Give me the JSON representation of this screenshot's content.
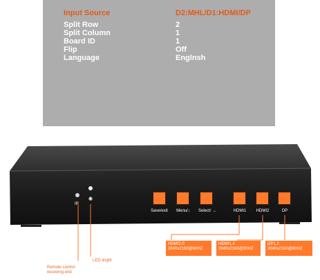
{
  "osd": {
    "rows": [
      {
        "label": "Input Source",
        "value": "D2:MHL/D1:HDMI/DP",
        "active": true
      },
      {
        "label": "Split Row",
        "value": "2"
      },
      {
        "label": "Split Column",
        "value": "1"
      },
      {
        "label": "Board ID",
        "value": "1"
      },
      {
        "label": "Flip",
        "value": "Off"
      },
      {
        "label": "Language",
        "value": "Englnsh"
      }
    ]
  },
  "panel": {
    "ir_label": "IR",
    "buttons": {
      "save": "Save/exit",
      "menu": "Menu/↓",
      "select": "Select/ →",
      "hdmi1": "HDMI1",
      "hdmi2": "HDMI2",
      "dp": "DP"
    }
  },
  "callouts": {
    "hdmi1": {
      "line1": "HDMI2.0",
      "line2": "3840x2160@60HZ"
    },
    "hdmi2": {
      "line1": "HDMI1.4",
      "line2": "3840x2160@30HZ"
    },
    "dp": {
      "line1": "DP1.2",
      "line2": "3840x2160@60HZ"
    }
  },
  "captions": {
    "remote_line1": "Remote control",
    "remote_line2": "receiving end",
    "led": "LED linght"
  },
  "colors": {
    "accent": "#ff7a2a",
    "osd_bg": "#adadad",
    "active_text": "#e25a18"
  }
}
